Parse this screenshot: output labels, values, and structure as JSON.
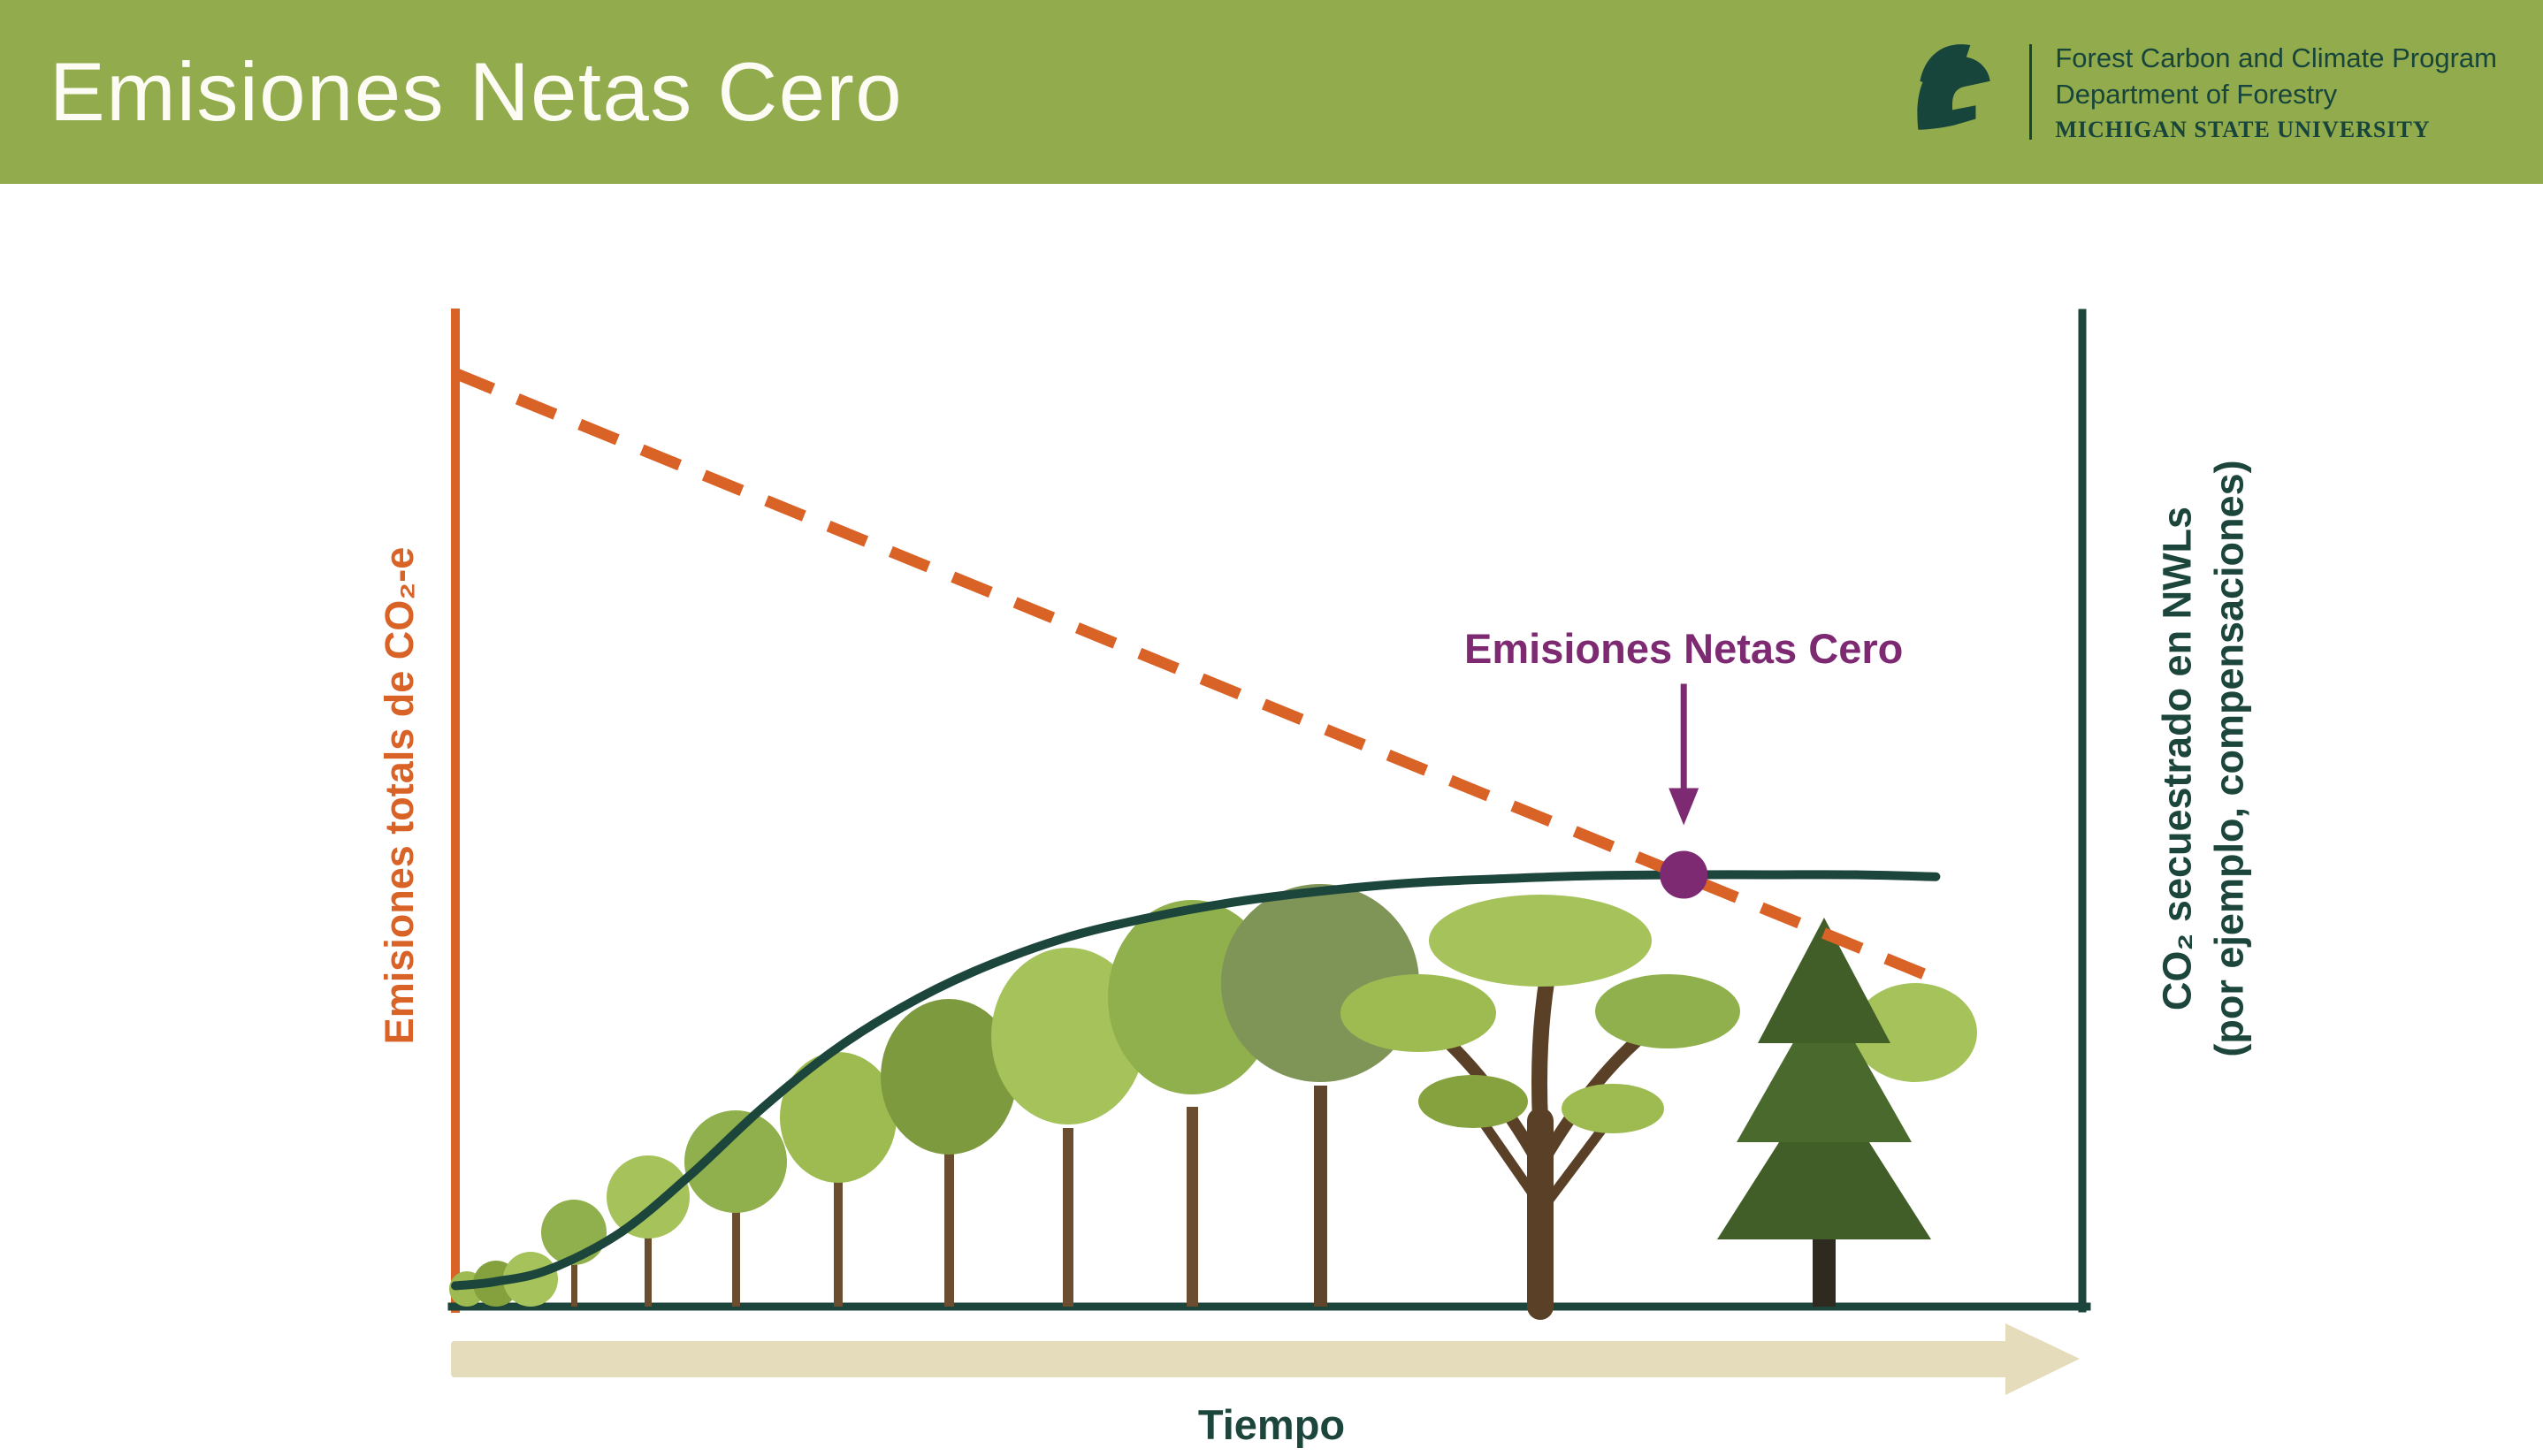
{
  "header": {
    "title": "Emisiones Netas Cero",
    "brand": {
      "line1": "Forest Carbon and Climate Program",
      "line2": "Department of Forestry",
      "line3": "MICHIGAN STATE UNIVERSITY"
    }
  },
  "labels": {
    "left_axis": "Emisiones totals de CO₂-e",
    "right_axis_line1": "CO₂ secuestrado en NWLs",
    "right_axis_line2": "(por ejemplo, compensaciones)",
    "x_axis": "Tiempo",
    "annotation": "Emisiones Netas Cero"
  },
  "colors": {
    "header_bg": "#92AB4D",
    "header_text": "#FCFCF5",
    "brand_green": "#17453B",
    "emissions_orange": "#D96226",
    "sequestration_green": "#1C453B",
    "annotation_purple": "#7D2A72",
    "time_arrow_tan": "#E5DCBB"
  },
  "chart_data": {
    "type": "line",
    "title": "Emisiones Netas Cero",
    "xlabel": "Tiempo",
    "ylabel_left": "Emisiones totals de CO₂-e",
    "ylabel_right": "CO₂ secuestrado en NWLs (por ejemplo, compensaciones)",
    "x_range": [
      0,
      100
    ],
    "y_range": [
      0,
      100
    ],
    "axes_numeric": false,
    "grid": false,
    "legend": false,
    "series": [
      {
        "name": "Emisiones totals de CO₂-e",
        "style": "dashed",
        "color": "#D96226",
        "x": [
          0,
          91
        ],
        "y": [
          94,
          33
        ]
      },
      {
        "name": "CO₂ secuestrado en NWLs (por ejemplo, compensaciones)",
        "style": "solid",
        "color": "#1C453B",
        "x": [
          0,
          2.4,
          5.7,
          10.1,
          14.4,
          18.8,
          23.1,
          27.4,
          31.8,
          37.2,
          42.7,
          48.1,
          53.5,
          59,
          64.4,
          69.8,
          75.5,
          80.7,
          86.1,
          91
        ],
        "y": [
          2.1,
          2.5,
          3.7,
          7.4,
          13.2,
          19.9,
          25.6,
          30.1,
          33.7,
          37,
          39.2,
          40.8,
          41.9,
          42.7,
          43.1,
          43.4,
          43.5,
          43.5,
          43.5,
          43.3
        ]
      }
    ],
    "annotations": [
      {
        "label": "Emisiones Netas Cero",
        "x": 75.5,
        "y": 43.5,
        "marker": "filled-dot",
        "arrow": "down",
        "color": "#7D2A72"
      }
    ]
  }
}
